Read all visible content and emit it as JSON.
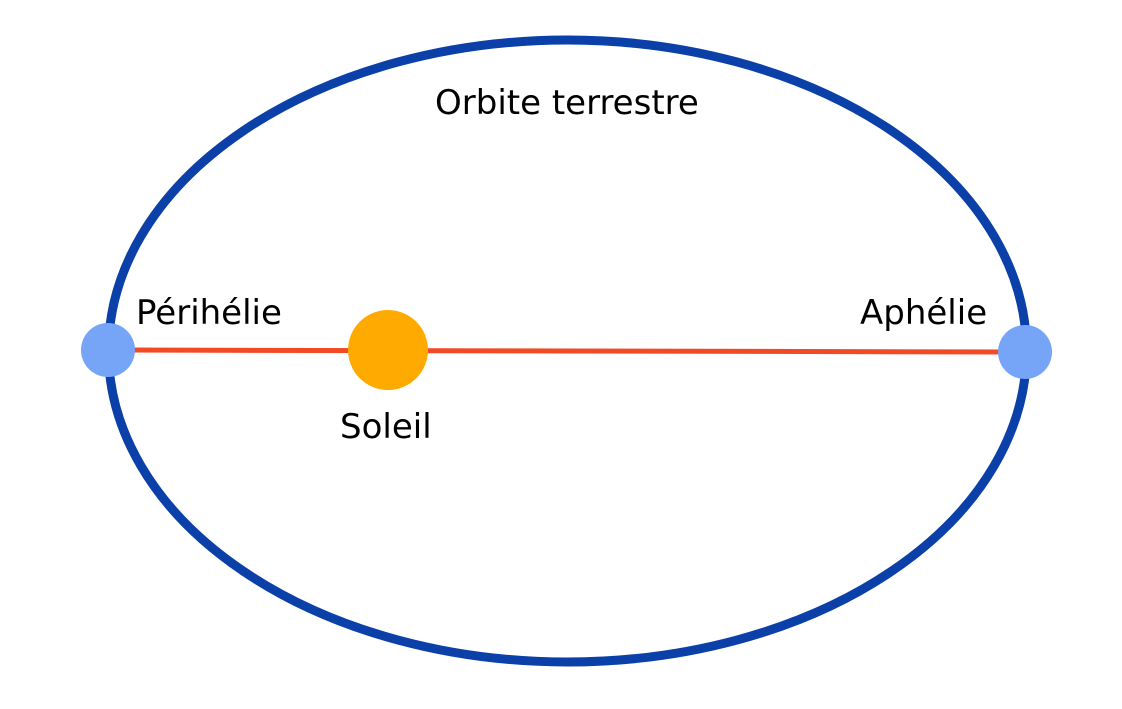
{
  "title": "Orbite terrestre",
  "labels": {
    "perihelion": "Périhélie",
    "aphelion": "Aphélie",
    "sun": "Soleil"
  },
  "colors": {
    "orbit": "#0a40a8",
    "axis": "#f24a24",
    "sun": "#ffaa00",
    "apsis": "#76a5f8"
  }
}
